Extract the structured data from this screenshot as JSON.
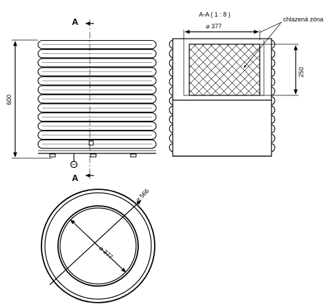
{
  "section_marker": "A",
  "section_title": "A-A ( 1 : 8 )",
  "cooled_zone_label": "chlazená zóna",
  "dim_height": "600",
  "dim_inner_dia": "⌀ 377",
  "dim_zone_height": "250",
  "dim_outer_dia_plan": "⌀ 566",
  "dim_inner_dia_plan": "⌀ 377"
}
